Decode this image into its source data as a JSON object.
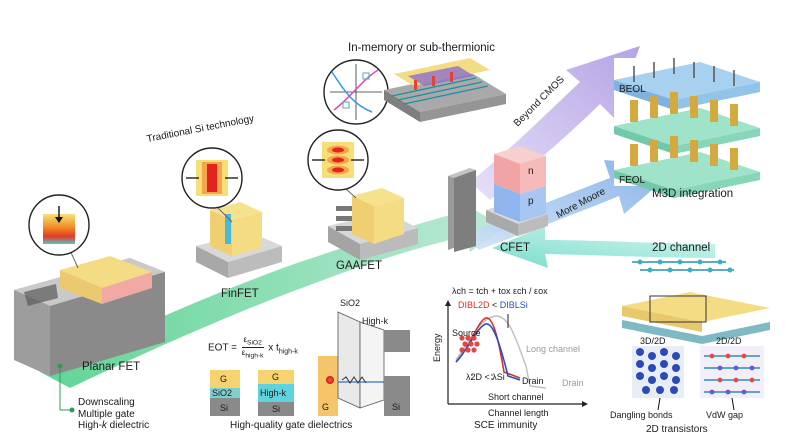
{
  "main_flow": {
    "planar": "Planar FET",
    "finfet": "FinFET",
    "gaafet": "GAAFET",
    "cfet": "CFET",
    "cfet_n": "n",
    "cfet_p": "p",
    "traditional": "Traditional Si technology",
    "more_moore": "More Moore",
    "beyond_cmos": "Beyond CMOS",
    "in_memory": "In-memory or sub-thermionic",
    "m3d": "M3D integration",
    "beol": "BEOL",
    "feol": "FEOL"
  },
  "downscaling": {
    "line1": "Downscaling",
    "line2": "Multiple gate",
    "line3_prefix": "High-",
    "line3_k": "k",
    "line3_suffix": " dielectric"
  },
  "gate_dielectrics": {
    "caption": "High-quality gate dielectrics",
    "eot_label": "EOT =",
    "eot_num": "ε",
    "eot_num_sub": "SiO2",
    "eot_den": "ε",
    "eot_den_sub": "high-k",
    "eot_times": "x t",
    "eot_times_sub": "high-k",
    "stack1_g": "G",
    "stack1_sio2": "SiO2",
    "stack1_si": "Si",
    "stack2_g": "G",
    "stack2_highk": "High-k",
    "stack2_si": "Si",
    "band_sio2": "SiO2",
    "band_highk": "High-k",
    "band_g": "G",
    "band_si": "Si"
  },
  "sce": {
    "caption": "SCE immunity",
    "formula": "λch = tch + tox εch / εox",
    "dibl_2d": "DIBL2D",
    "lt": " < ",
    "dibl_si": "DIBLSi",
    "source": "Source",
    "long_channel": "Long channel",
    "short_channel": "Short channel",
    "drain_1": "Drain",
    "drain_2": "Drain",
    "lambda_cmp": "λ2D < λSi",
    "ylabel": "Energy",
    "xlabel": "Channel length"
  },
  "two_d": {
    "channel": "2D channel",
    "label_3d2d": "3D/2D",
    "label_2d2d": "2D/2D",
    "dangling": "Dangling bonds",
    "vdw": "VdW gap",
    "caption": "2D transistors"
  },
  "colors": {
    "arrow_green": "#7fd6a8",
    "arrow_blue": "#9ec3ea",
    "arrow_purple": "#b9a8e6",
    "gate_yellow": "#f6e08a",
    "pink": "#f1a9a9",
    "substrate_grey": "#b4b4b4",
    "highk_cyan": "#5fd3dd",
    "n_pink": "#f2a3a3",
    "p_blue": "#8fb6ee",
    "dibl_red": "#d1342b",
    "dibl_blue": "#2b4dbf"
  }
}
